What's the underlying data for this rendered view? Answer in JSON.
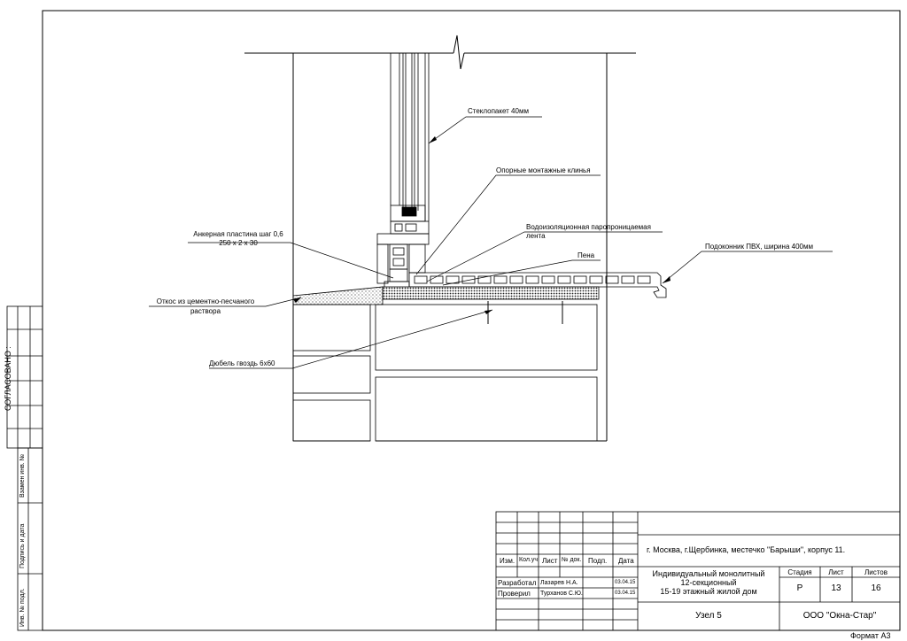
{
  "labels": {
    "glazing": "Стеклопакет 40мм",
    "wedges": "Опорные монтажные клинья",
    "membrane_1": "Водоизоляционная паропроницаемая",
    "membrane_2": "лента",
    "foam": "Пена",
    "sill": "Подоконник ПВХ, ширина 400мм",
    "anchor_1": "Анкерная пластина шаг 0,6",
    "anchor_2": "250 х 2 х 30",
    "slope_1": "Откос из цементно-песчаного",
    "slope_2": "раствора",
    "dowel": "Дюбель гвоздь 6х60"
  },
  "side": {
    "agreed": "СОГЛАСОВАНО :",
    "replace_inv": "Взамен инв. №",
    "sign_date": "Подпись и дата",
    "inv_orig": "Инв. № подл."
  },
  "title_block": {
    "col_headers": [
      "Изм.",
      "Кол.уч",
      "Лист",
      "№ док.",
      "Подп.",
      "Дата"
    ],
    "developed_label": "Разработал",
    "developed_name": "Лазарев Н.А.",
    "developed_date": "03.04.15",
    "checked_label": "Проверил",
    "checked_name": "Турханов С.Ю.",
    "checked_date": "03.04.15",
    "address": "г. Москва, г.Щербинка, местечко \"Барыши\", корпус 11.",
    "building_1": "Индивидуальный монолитный",
    "building_2": "12-секционный",
    "building_3": "15-19 этажный жилой дом",
    "stage_label": "Стадия",
    "sheet_label": "Лист",
    "sheets_label": "Листов",
    "stage": "Р",
    "sheet": "13",
    "sheets": "16",
    "node": "Узел 5",
    "company": "ООО \"Окна-Стар\""
  },
  "format": "Формат А3"
}
